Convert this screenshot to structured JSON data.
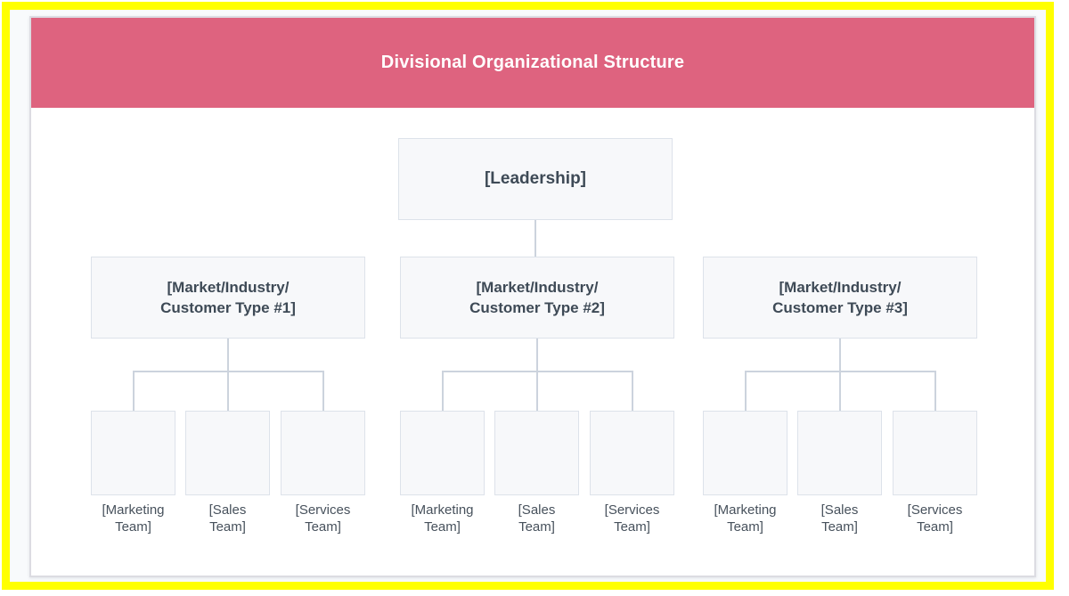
{
  "title": "Divisional Organizational Structure",
  "colors": {
    "frame_color": "#ffff00",
    "page_bg": "#f8fafc",
    "card_bg": "#ffffff",
    "card_border": "#dcdce2",
    "header_bg": "#de637f",
    "header_text": "#ffffff",
    "node_bg": "#f7f8fa",
    "node_border": "#dde2ea",
    "node_text": "#3e4a56",
    "label_text": "#47515c",
    "connector": "#ccd3dd"
  },
  "root": {
    "label": "[Leadership]"
  },
  "groups": [
    {
      "label": "[Market/Industry/\nCustomer Type #1]",
      "teams": [
        {
          "label": "[Marketing\nTeam]"
        },
        {
          "label": "[Sales\nTeam]"
        },
        {
          "label": "[Services\nTeam]"
        }
      ]
    },
    {
      "label": "[Market/Industry/\nCustomer Type #2]",
      "teams": [
        {
          "label": "[Marketing\nTeam]"
        },
        {
          "label": "[Sales\nTeam]"
        },
        {
          "label": "[Services\nTeam]"
        }
      ]
    },
    {
      "label": "[Market/Industry/\nCustomer Type #3]",
      "teams": [
        {
          "label": "[Marketing\nTeam]"
        },
        {
          "label": "[Sales\nTeam]"
        },
        {
          "label": "[Services\nTeam]"
        }
      ]
    }
  ]
}
